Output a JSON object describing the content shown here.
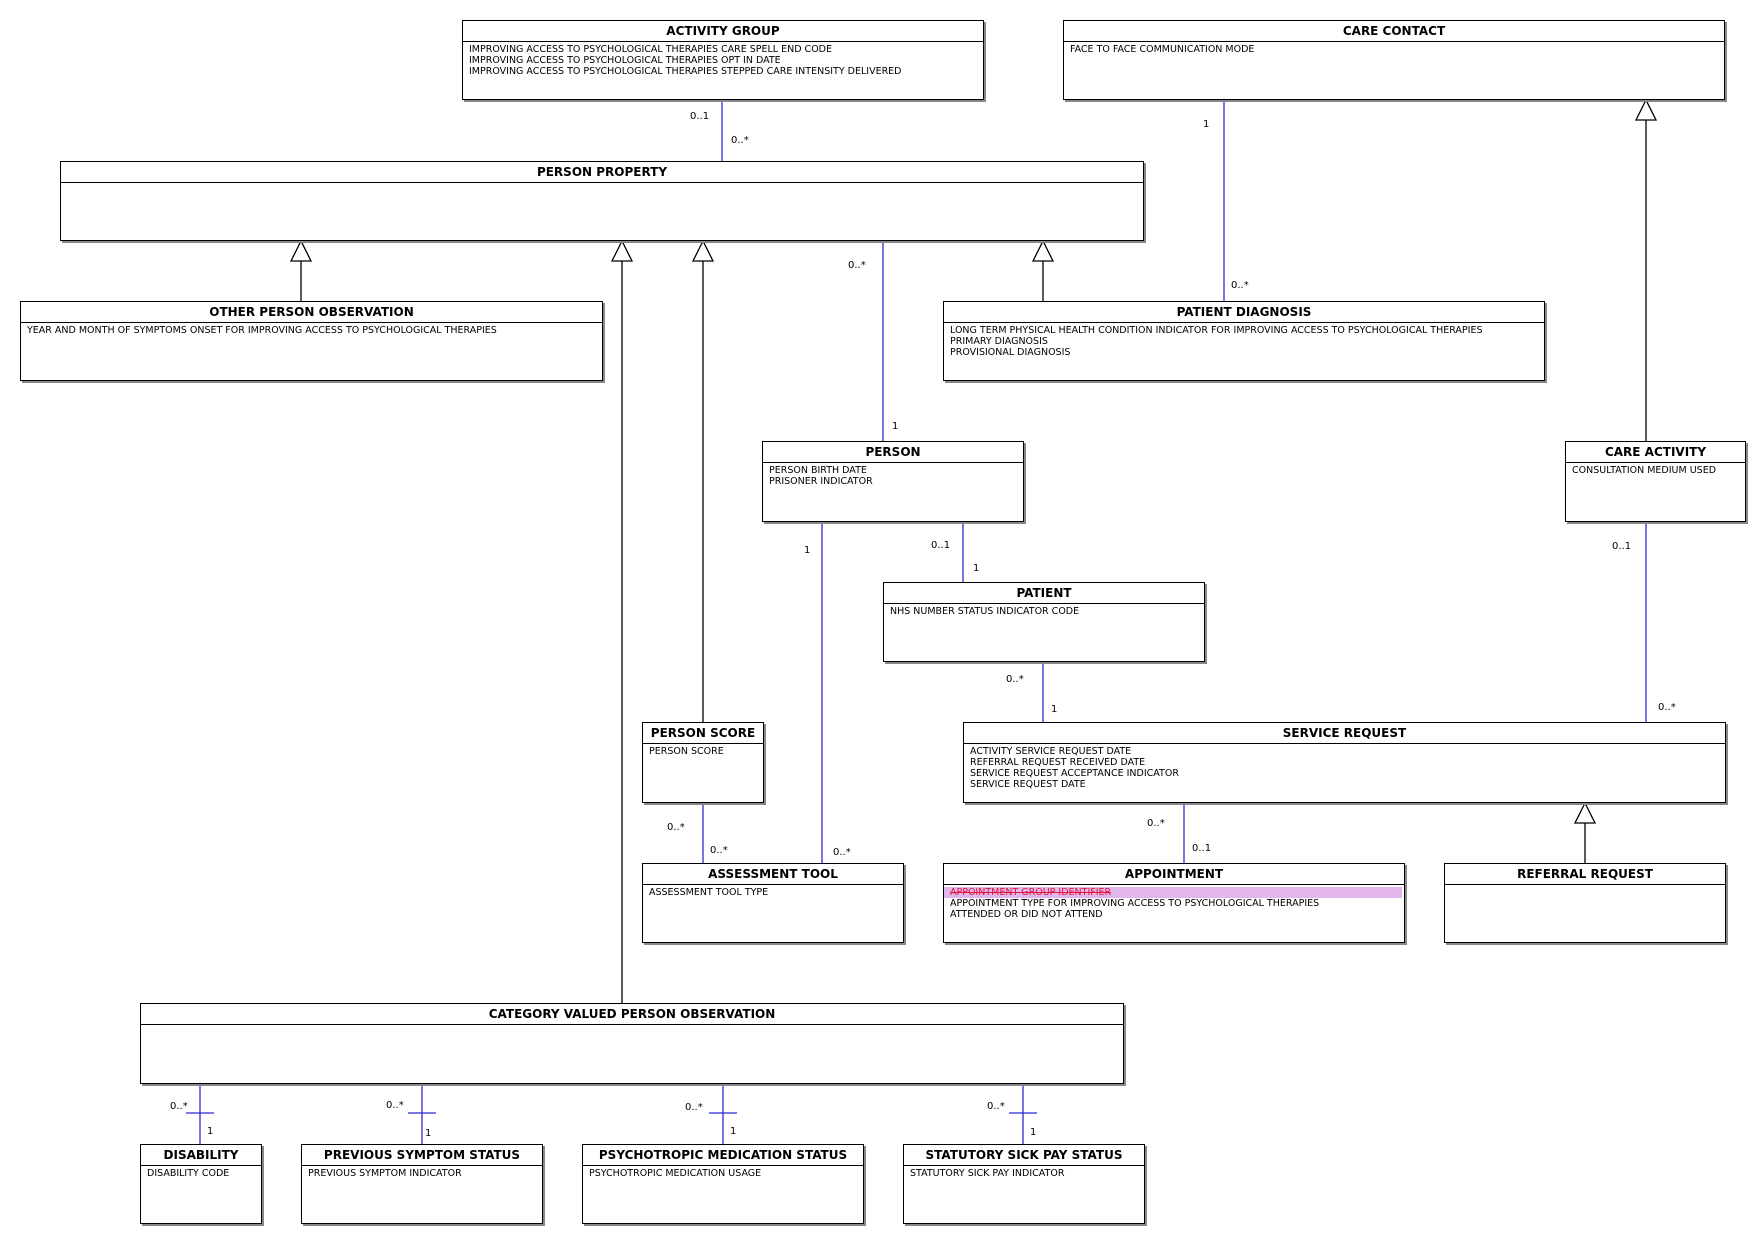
{
  "colors": {
    "association": "#2b2bd6",
    "generalization": "#000000",
    "removed_text": "#e0153c",
    "removed_highlight": "#e2b6ec"
  },
  "entities": [
    {
      "id": "activity-group",
      "title": "ACTIVITY GROUP",
      "attributes": [
        {
          "text": "IMPROVING ACCESS TO PSYCHOLOGICAL THERAPIES CARE SPELL END CODE"
        },
        {
          "text": "IMPROVING ACCESS TO PSYCHOLOGICAL THERAPIES OPT IN DATE"
        },
        {
          "text": "IMPROVING ACCESS TO PSYCHOLOGICAL THERAPIES STEPPED CARE INTENSITY DELIVERED"
        }
      ]
    },
    {
      "id": "care-contact",
      "title": "CARE CONTACT",
      "attributes": [
        {
          "text": "FACE TO FACE COMMUNICATION MODE"
        }
      ]
    },
    {
      "id": "person-property",
      "title": "PERSON PROPERTY",
      "attributes": []
    },
    {
      "id": "other-person-observation",
      "title": "OTHER PERSON OBSERVATION",
      "attributes": [
        {
          "text": "YEAR AND MONTH OF SYMPTOMS ONSET FOR IMPROVING ACCESS TO PSYCHOLOGICAL THERAPIES"
        }
      ]
    },
    {
      "id": "patient-diagnosis",
      "title": "PATIENT DIAGNOSIS",
      "attributes": [
        {
          "text": "LONG TERM PHYSICAL HEALTH CONDITION INDICATOR FOR IMPROVING ACCESS TO PSYCHOLOGICAL THERAPIES"
        },
        {
          "text": "PRIMARY DIAGNOSIS"
        },
        {
          "text": "PROVISIONAL DIAGNOSIS"
        }
      ]
    },
    {
      "id": "person",
      "title": "PERSON",
      "attributes": [
        {
          "text": "PERSON BIRTH DATE"
        },
        {
          "text": "PRISONER INDICATOR"
        }
      ]
    },
    {
      "id": "care-activity",
      "title": "CARE ACTIVITY",
      "attributes": [
        {
          "text": "CONSULTATION MEDIUM USED"
        }
      ]
    },
    {
      "id": "patient",
      "title": "PATIENT",
      "attributes": [
        {
          "text": "NHS NUMBER STATUS INDICATOR CODE"
        }
      ]
    },
    {
      "id": "person-score",
      "title": "PERSON SCORE",
      "attributes": [
        {
          "text": "PERSON SCORE"
        }
      ]
    },
    {
      "id": "service-request",
      "title": "SERVICE REQUEST",
      "attributes": [
        {
          "text": "ACTIVITY SERVICE REQUEST DATE"
        },
        {
          "text": "REFERRAL REQUEST RECEIVED DATE"
        },
        {
          "text": "SERVICE REQUEST ACCEPTANCE INDICATOR"
        },
        {
          "text": "SERVICE REQUEST DATE"
        }
      ]
    },
    {
      "id": "assessment-tool",
      "title": "ASSESSMENT TOOL",
      "attributes": [
        {
          "text": "ASSESSMENT TOOL TYPE"
        }
      ]
    },
    {
      "id": "appointment",
      "title": "APPOINTMENT",
      "attributes": [
        {
          "text": "APPOINTMENT GROUP IDENTIFIER",
          "removed": true
        },
        {
          "text": "APPOINTMENT TYPE FOR IMPROVING ACCESS TO PSYCHOLOGICAL THERAPIES"
        },
        {
          "text": "ATTENDED OR DID NOT ATTEND"
        }
      ]
    },
    {
      "id": "referral-request",
      "title": "REFERRAL REQUEST",
      "attributes": []
    },
    {
      "id": "category-valued-person-observation",
      "title": "CATEGORY VALUED PERSON OBSERVATION",
      "attributes": []
    },
    {
      "id": "disability",
      "title": "DISABILITY",
      "attributes": [
        {
          "text": "DISABILITY CODE"
        }
      ]
    },
    {
      "id": "previous-symptom-status",
      "title": "PREVIOUS SYMPTOM STATUS",
      "attributes": [
        {
          "text": "PREVIOUS SYMPTOM INDICATOR"
        }
      ]
    },
    {
      "id": "psychotropic-medication-status",
      "title": "PSYCHOTROPIC MEDICATION STATUS",
      "attributes": [
        {
          "text": "PSYCHOTROPIC MEDICATION USAGE"
        }
      ]
    },
    {
      "id": "statutory-sick-pay-status",
      "title": "STATUTORY SICK PAY STATUS",
      "attributes": [
        {
          "text": "STATUTORY SICK PAY INDICATOR"
        }
      ]
    }
  ],
  "associations": [
    {
      "id": "activity-group-person-property",
      "from": "activity-group",
      "to": "person-property",
      "from_mult": "0..1",
      "to_mult": "0..*"
    },
    {
      "id": "care-contact-patient-diagnosis",
      "from": "care-contact",
      "to": "patient-diagnosis",
      "from_mult": "1",
      "to_mult": "0..*"
    },
    {
      "id": "person-property-person",
      "from": "person-property",
      "to": "person",
      "from_mult": "0..*",
      "to_mult": "1"
    },
    {
      "id": "person-patient",
      "from": "person",
      "to": "patient",
      "from_mult": "0..1",
      "to_mult": "1"
    },
    {
      "id": "person-assessment-tool",
      "from": "person",
      "to": "assessment-tool",
      "from_mult": "1",
      "to_mult": "0..*"
    },
    {
      "id": "patient-service-request",
      "from": "patient",
      "to": "service-request",
      "from_mult": "0..*",
      "to_mult": "1"
    },
    {
      "id": "care-activity-service-request",
      "from": "care-activity",
      "to": "service-request",
      "from_mult": "0..1",
      "to_mult": "0..*"
    },
    {
      "id": "person-score-assessment-tool",
      "from": "person-score",
      "to": "assessment-tool",
      "from_mult": "0..*",
      "to_mult": "0..*"
    },
    {
      "id": "service-request-appointment",
      "from": "service-request",
      "to": "appointment",
      "from_mult": "0..*",
      "to_mult": "0..1"
    },
    {
      "id": "cvpo-disability",
      "from": "category-valued-person-observation",
      "to": "disability",
      "from_mult": "0..*",
      "to_mult": "1"
    },
    {
      "id": "cvpo-previous-symptom-status",
      "from": "category-valued-person-observation",
      "to": "previous-symptom-status",
      "from_mult": "0..*",
      "to_mult": "1"
    },
    {
      "id": "cvpo-psychotropic-medication-status",
      "from": "category-valued-person-observation",
      "to": "psychotropic-medication-status",
      "from_mult": "0..*",
      "to_mult": "1"
    },
    {
      "id": "cvpo-statutory-sick-pay-status",
      "from": "category-valued-person-observation",
      "to": "statutory-sick-pay-status",
      "from_mult": "0..*",
      "to_mult": "1"
    }
  ],
  "generalizations": [
    {
      "id": "other-person-observation-is-person-property",
      "child": "other-person-observation",
      "parent": "person-property"
    },
    {
      "id": "cvpo-is-person-property",
      "child": "category-valued-person-observation",
      "parent": "person-property"
    },
    {
      "id": "person-score-is-person-property",
      "child": "person-score",
      "parent": "person-property"
    },
    {
      "id": "patient-diagnosis-is-person-property",
      "child": "patient-diagnosis",
      "parent": "person-property"
    },
    {
      "id": "care-activity-is-care-contact",
      "child": "care-activity",
      "parent": "care-contact"
    },
    {
      "id": "referral-request-is-service-request",
      "child": "referral-request",
      "parent": "service-request"
    }
  ]
}
